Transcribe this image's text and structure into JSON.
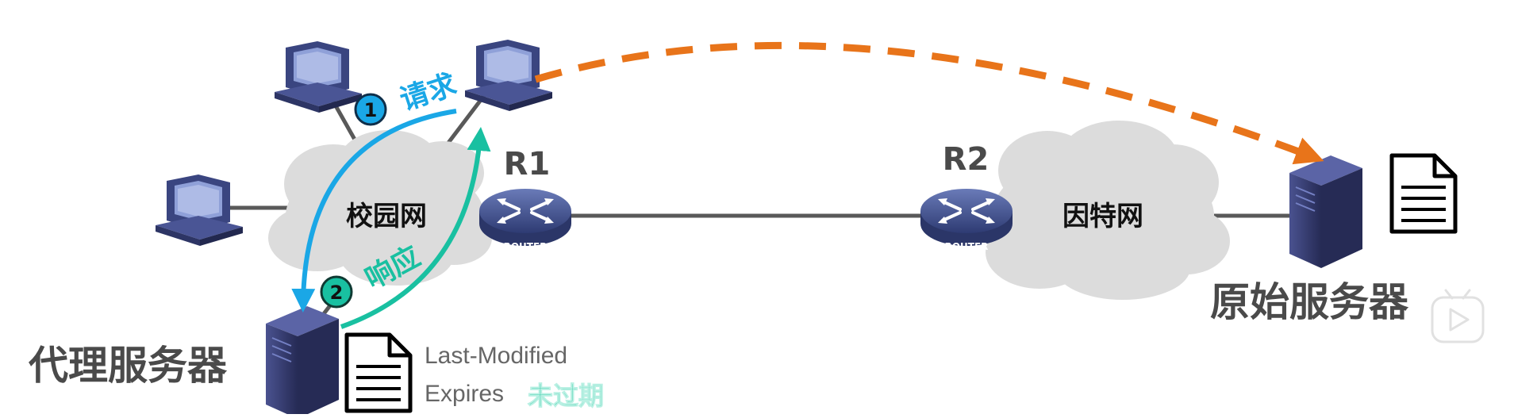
{
  "diagram": {
    "campus_network_label": "校园网",
    "internet_label": "因特网",
    "router_r1_label": "R1",
    "router_r2_label": "R2",
    "router_badge_text": "ROUTER",
    "proxy_server_label": "代理服务器",
    "origin_server_label": "原始服务器",
    "request_step": "1",
    "request_label": "请求",
    "response_step": "2",
    "response_label": "响应",
    "header_last_modified": "Last-Modified",
    "header_expires": "Expires",
    "not_expired_label": "未过期"
  },
  "colors": {
    "request_arrow": "#1aa7e6",
    "response_arrow": "#19c0a1",
    "origin_fetch_arrow": "#e8741a",
    "cloud": "#dcdcdc",
    "router": "#3b4a86",
    "server": "#2f3563",
    "not_expired": "#26c7a0"
  },
  "icons": {
    "computer": "desktop-computer-icon",
    "router": "router-icon",
    "server": "server-tower-icon",
    "document": "document-icon",
    "video_player": "video-play-icon"
  }
}
